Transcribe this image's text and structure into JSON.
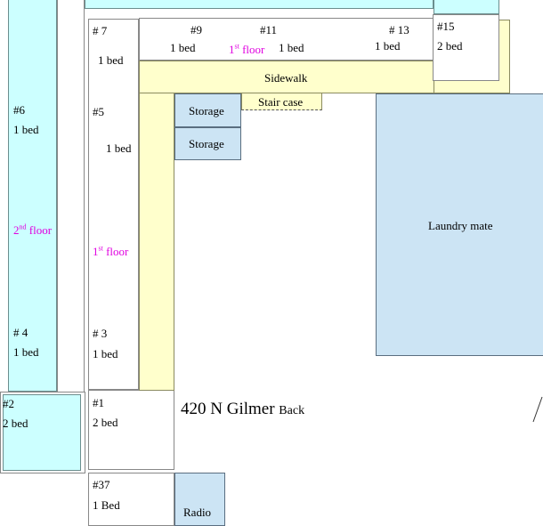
{
  "units": {
    "u6": {
      "num": "#6",
      "beds": "1 bed"
    },
    "u4": {
      "num": "# 4",
      "beds": "1 bed"
    },
    "u2": {
      "num": "#2",
      "beds": "2 bed"
    },
    "u7": {
      "num": "# 7",
      "beds": "1 bed"
    },
    "u5": {
      "num": "#5",
      "beds": "1 bed"
    },
    "u3": {
      "num": "# 3",
      "beds": "1 bed"
    },
    "u1": {
      "num": "#1",
      "beds": "2 bed"
    },
    "u37": {
      "num": "#37",
      "beds": "1 Bed"
    },
    "u9": {
      "num": "#9",
      "beds": "1 bed"
    },
    "u11": {
      "num": "#11",
      "beds": "1 bed"
    },
    "u13": {
      "num": "# 13",
      "beds": "1 bed"
    },
    "u15": {
      "num": "#15",
      "beds": "2 bed"
    }
  },
  "floors": {
    "second": {
      "num": "2",
      "sup": "nd",
      "word": "floor"
    },
    "first_left": {
      "num": "1",
      "sup": "st",
      "word": "floor"
    },
    "first_top": {
      "num": "1",
      "sup": "st",
      "word": "floor"
    }
  },
  "labels": {
    "sidewalk": "Sidewalk",
    "stair": "Stair case",
    "storage1": "Storage",
    "storage2": "Storage",
    "laundry": "Laundry mate",
    "address": "420 N Gilmer",
    "address_sub": "Back",
    "radio": "Radio"
  },
  "colors": {
    "unit_cyan": "#ccffff",
    "walkway_yellow": "#ffffcc",
    "storage_blue": "#cce4f4",
    "floor_magenta": "#e000e0"
  }
}
